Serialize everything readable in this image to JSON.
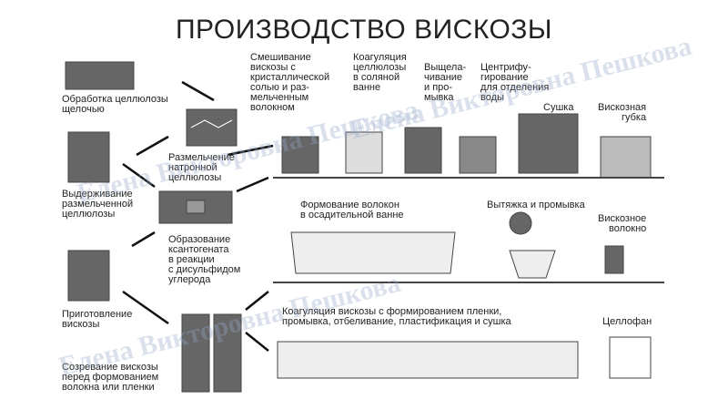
{
  "title": "ПРОИЗВОДСТВО ВИСКОЗЫ",
  "steps": {
    "s1": "Обработка целлюлозы\nщелочью",
    "s2": "Размельчение\nнатронной\nцеллюлозы",
    "s3": "Выдерживание\nразмельченной\nцеллюлозы",
    "s4": "Образование\nксантогената\nв реакции\nс дисульфидом\nуглерода",
    "s5": "Приготовление\nвискозы",
    "s6": "Созревание вискозы\nперед формованием\nволокна или пленки",
    "s7": "Смешивание\nвискозы с\nкристаллической\nсолью и раз-\nмельченным\nволокном",
    "s8": "Коагуляция\nцеллюлозы\nв соляной\nванне",
    "s9": "Выщела-\nчивание\nи про-\nмывка",
    "s10": "Центрифу-\nгирование\nдля отделения\nводы",
    "s11": "Сушка",
    "s12": "Вискозная\nгубка",
    "s13": "Формование волокон\nв осадительной ванне",
    "s14": "Вытяжка и промывка",
    "s15": "Вискозное\nволокно",
    "s16": "Коагуляция вискозы с формированием пленки,\nпромывка, отбеливание, пластификация и сушка",
    "s17": "Целлофан"
  },
  "watermark": "Елена Викторовна Пешкова"
}
